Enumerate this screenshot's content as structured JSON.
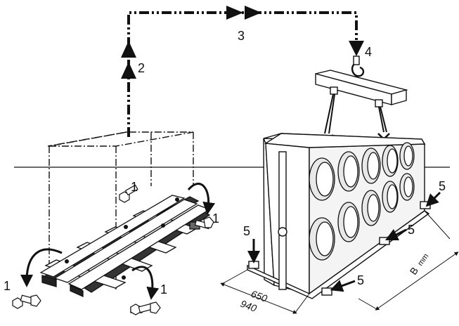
{
  "steps": {
    "step1": "1",
    "step2": "2",
    "step3": "3",
    "step4": "4",
    "step5": "5"
  },
  "dimensions": {
    "width_a": "650",
    "width_b": "940",
    "length_label": "B",
    "length_unit": "mm"
  },
  "colors": {
    "line": "#111111",
    "arrow": "#111111",
    "background": "#ffffff",
    "fan_fill": "#e8e8e8"
  }
}
